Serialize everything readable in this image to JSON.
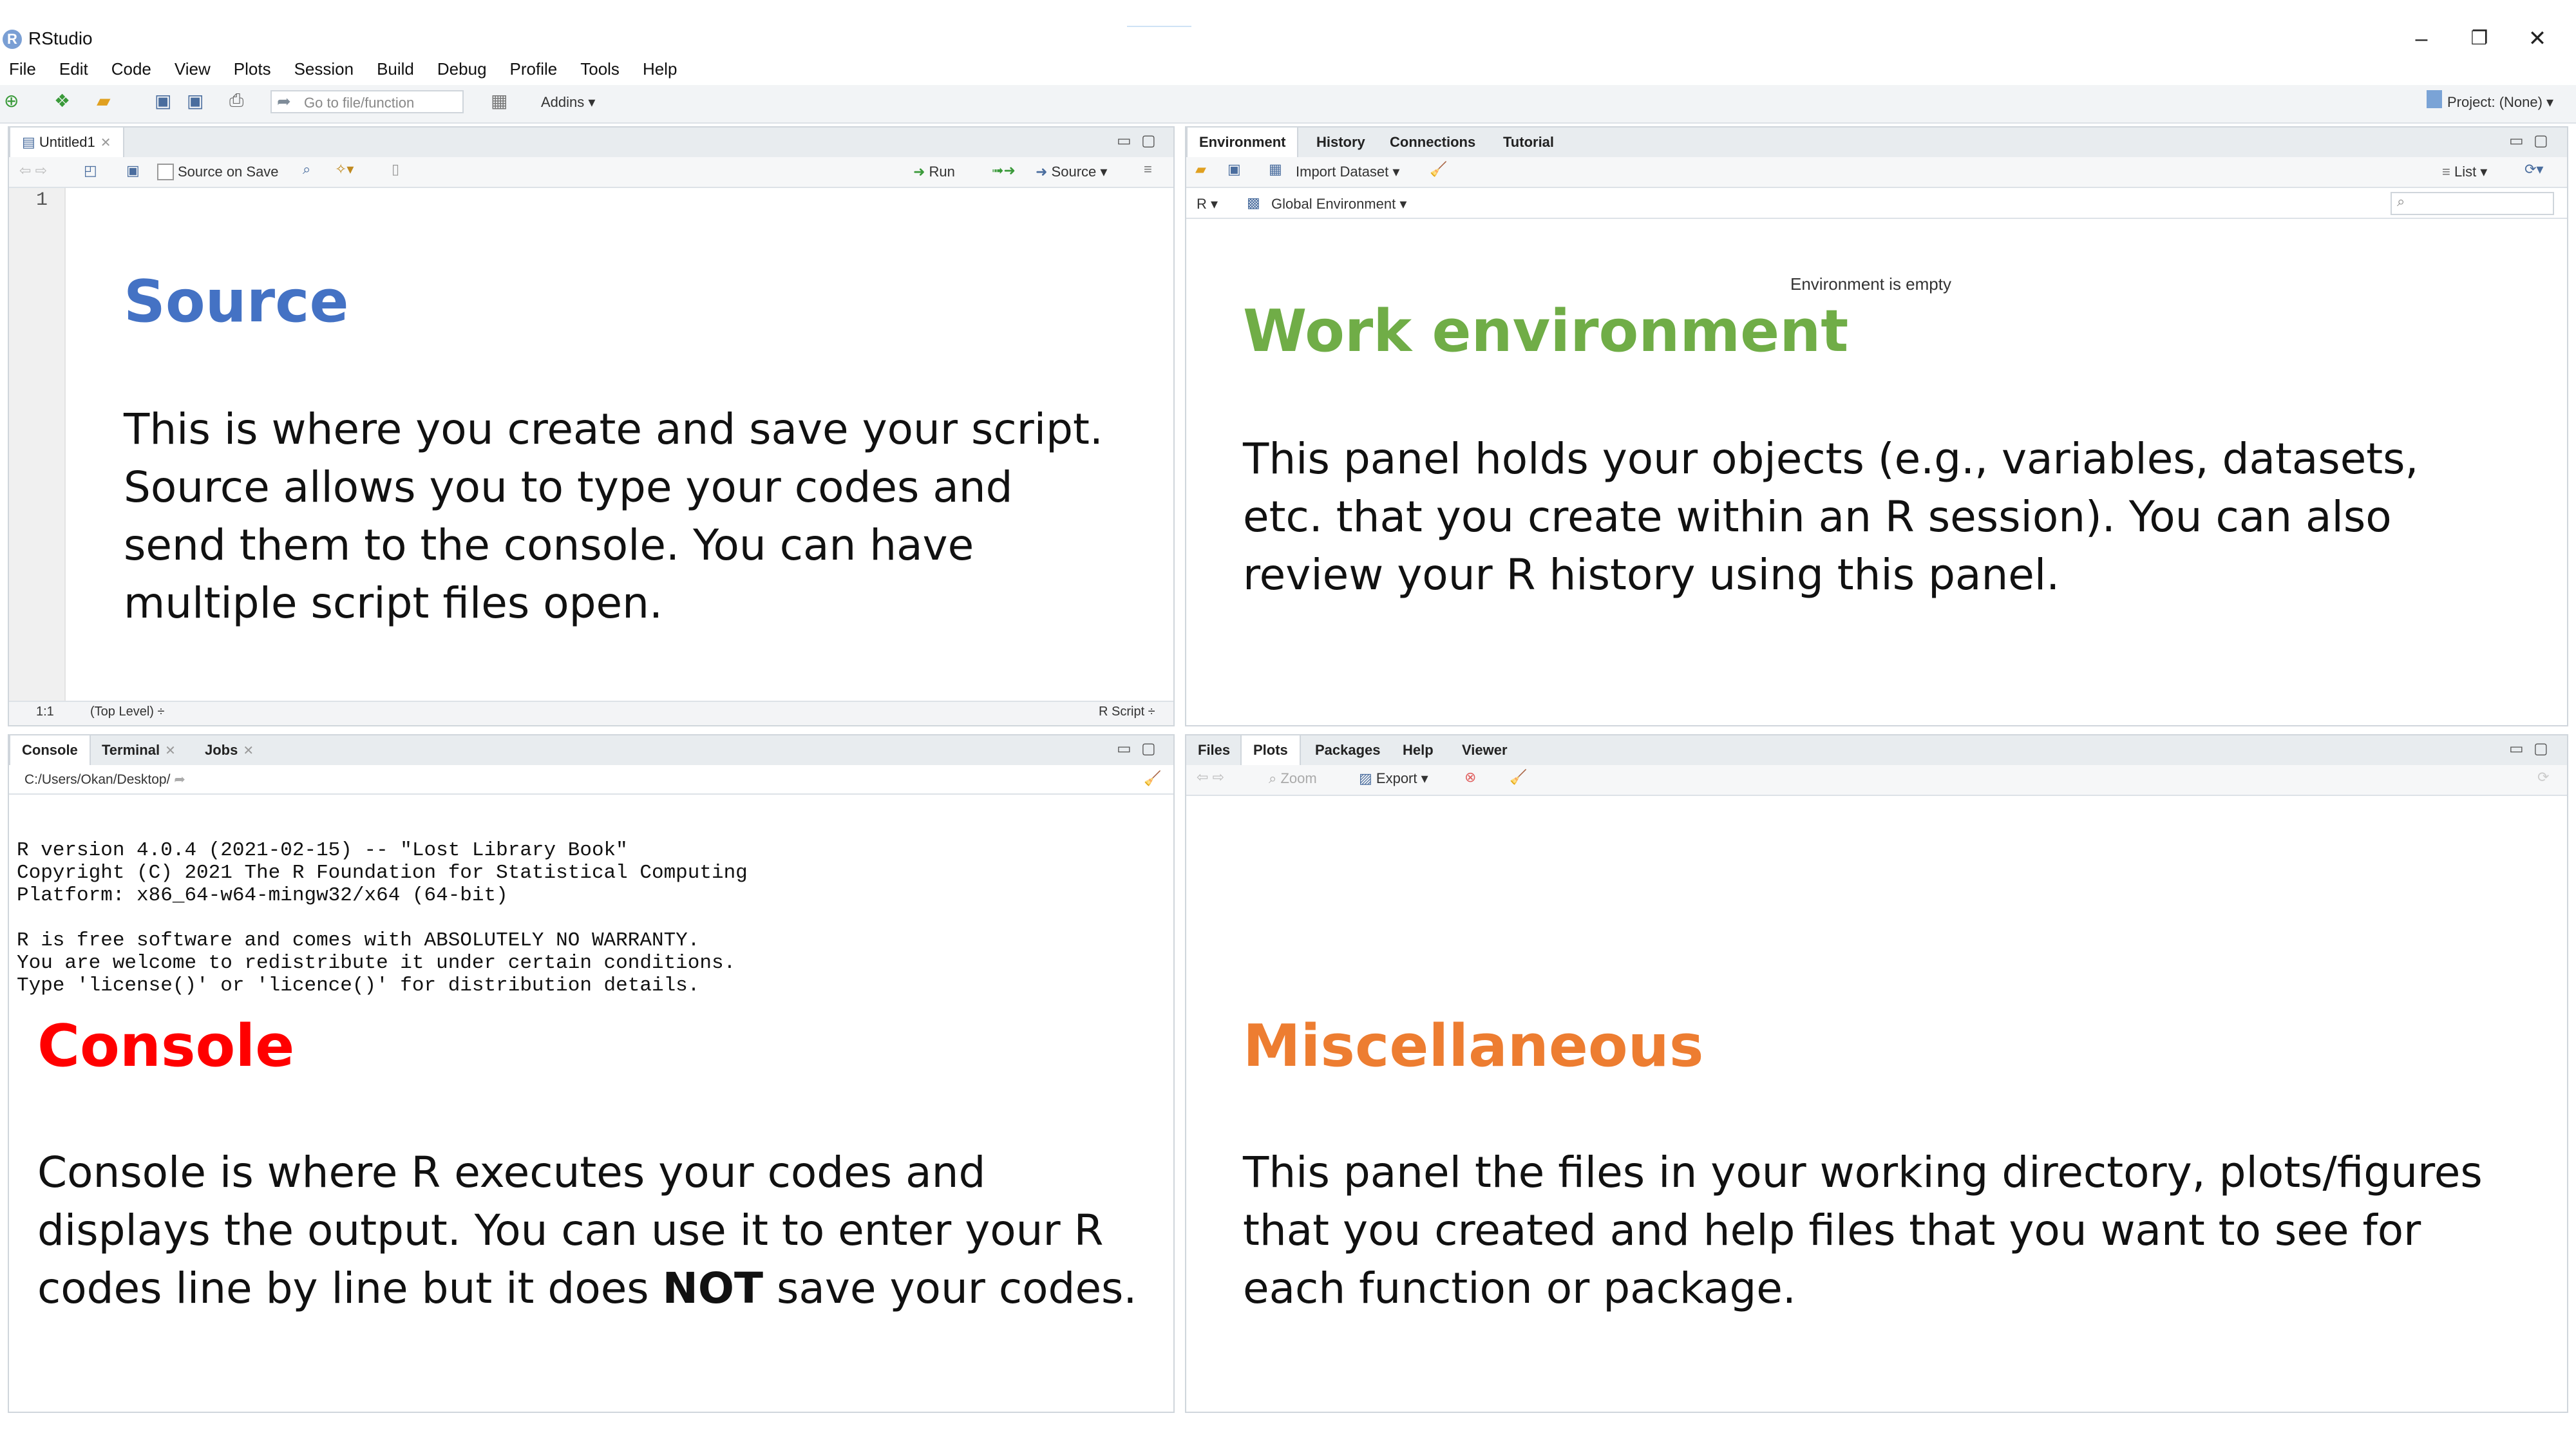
{
  "app": {
    "title": "RStudio",
    "logo_letter": "R"
  },
  "window_controls": {
    "minimize": "–",
    "restore": "❐",
    "close": "✕"
  },
  "menu": [
    "File",
    "Edit",
    "Code",
    "View",
    "Plots",
    "Session",
    "Build",
    "Debug",
    "Profile",
    "Tools",
    "Help"
  ],
  "toolbar": {
    "goto_placeholder": "Go to file/function",
    "addins": "Addins ▾",
    "project": "Project: (None) ▾"
  },
  "source_pane": {
    "tab": "Untitled1",
    "source_on_save": "Source on Save",
    "run": "Run",
    "source": "Source",
    "line_number": "1",
    "cursor_pos": "1:1",
    "scope": "(Top Level) ÷",
    "file_type": "R Script ÷",
    "heading": "Source",
    "description": "This is where you create and save your script. Source allows you to type your codes and send them to the console. You can have multiple script files open."
  },
  "env_pane": {
    "tabs": [
      "Environment",
      "History",
      "Connections",
      "Tutorial"
    ],
    "import_dataset": "Import Dataset ▾",
    "list_view": "List ▾",
    "r_selector": "R ▾",
    "global_env": "Global Environment ▾",
    "empty_message": "Environment is empty",
    "heading": "Work environment",
    "description": "This panel holds your objects (e.g., variables, datasets, etc. that you create within an R session). You can also review your R history using this panel."
  },
  "console_pane": {
    "tabs": [
      "Console",
      "Terminal",
      "Jobs"
    ],
    "path": "C:/Users/Okan/Desktop/",
    "output_lines": [
      "R version 4.0.4 (2021-02-15) -- \"Lost Library Book\"",
      "Copyright (C) 2021 The R Foundation for Statistical Computing",
      "Platform: x86_64-w64-mingw32/x64 (64-bit)",
      "",
      "R is free software and comes with ABSOLUTELY NO WARRANTY.",
      "You are welcome to redistribute it under certain conditions.",
      "Type 'license()' or 'licence()' for distribution details."
    ],
    "heading": "Console",
    "description_before": "Console is where R executes your codes and displays the output. You can use it to enter your R codes line by line but it does ",
    "description_bold": "NOT",
    "description_after": " save your codes."
  },
  "misc_pane": {
    "tabs": [
      "Files",
      "Plots",
      "Packages",
      "Help",
      "Viewer"
    ],
    "zoom": "Zoom",
    "export": "Export ▾",
    "heading": "Miscellaneous",
    "description": "This panel the files in your working directory, plots/figures that you created and help files that you want to see for each function or package."
  },
  "colors": {
    "source_heading": "#4472c4",
    "env_heading": "#70ad47",
    "console_heading": "#ff0000",
    "misc_heading": "#ed7d31"
  }
}
